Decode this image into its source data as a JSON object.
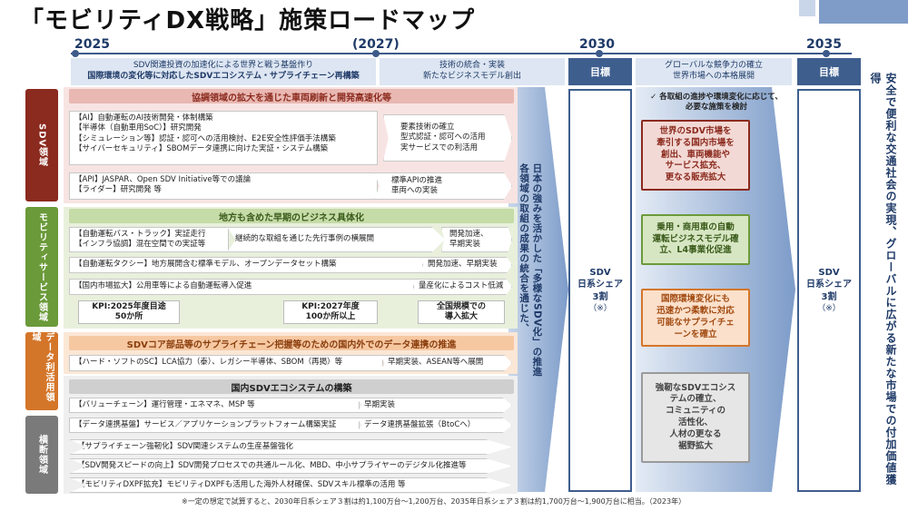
{
  "title": "「モビリティDX戦略」施策ロードマップ",
  "years": {
    "y2025": "2025",
    "y2027": "(2027)",
    "y2030": "2030",
    "y2035": "2035"
  },
  "headers": {
    "phase1": [
      "SDV関連投資の加速化による世界と戦う基盤作り",
      "国際環境の変化等に対応したSDVエコシステム・サプライチェーン再構築"
    ],
    "phase2": [
      "技術の統合・実装",
      "新たなビジネスモデル創出"
    ],
    "goal1": "目標",
    "phase3": [
      "グローバルな競争力の確立",
      "世界市場への本格展開"
    ],
    "goal2": "目標"
  },
  "side": {
    "sdv": "SDV領域",
    "mob": "モビリティサービス領域",
    "data": "データ利活用領域",
    "cross": "横断領域"
  },
  "sdv": {
    "head": "協調領域の拡大を通じた車両刷新と開発高速化等",
    "items": [
      "【AI】自動運転のAI技術開発・体制構築",
      "【半導体（自動車用SoC）】研究開発",
      "【シミュレーション等】認証・認可への活用検討、E2E安全性評価手法構築",
      "【サイバーセキュリティ】SBOMデータ連携に向けた実証・システム構築"
    ],
    "next": [
      "要素技術の確立",
      "型式認証・認可への活用",
      "実サービスでの利活用"
    ],
    "items2": [
      "【API】JASPAR、Open SDV Initiative等での議論",
      "【ライダー】研究開発 等"
    ],
    "next2": [
      "標準APIの推進",
      "車両への実装"
    ]
  },
  "mob": {
    "head": "地方も含めた早期のビジネス具体化",
    "r1a": [
      "【自動運転バス・トラック】実証走行",
      "【インフラ協調】混在空間での実証等"
    ],
    "r1b": "継続的な取組を通じた先行事例の横展開",
    "r1c": [
      "開発加速、",
      "早期実装"
    ],
    "r2a": "【自動運転タクシー】地方展開含む標準モデル、オープンデータセット構築",
    "r2b": "開発加速、早期実装",
    "r3a": "【国内市場拡大】公用車等による自動運転導入促進",
    "r3b": "量産化によるコスト低減",
    "kpi1": [
      "KPI:2025年度目途",
      "50か所"
    ],
    "kpi2": [
      "KPI:2027年度",
      "100か所以上"
    ],
    "kpi3": [
      "全国規模での",
      "導入拡大"
    ]
  },
  "data": {
    "head": "SDVコア部品等のサプライチェーン把握等のための国内外でのデータ連携の推進",
    "r1a": "【ハード・ソフトのSC】LCA協力（泰）、レガシー半導体、SBOM（再掲）等",
    "r1b": "早期実装、ASEAN等へ展開"
  },
  "cross": {
    "head": "国内SDVエコシステムの構築",
    "r1a": "【バリューチェーン】運行管理・エネマネ、MSP 等",
    "r1b": "早期実装",
    "r2a": "【データ連携基盤】サービス／アプリケーションプラットフォーム構築実証",
    "r2b": "データ連携基盤拡張（BtoCへ）",
    "r3": "【サプライチェーン強靭化】SDV関連システムの生産基盤強化",
    "r4": "【SDV開発スピードの向上】SDV開発プロセスでの共通ルール化、MBD、中小サプライヤーのデジタル化推進等",
    "r5": "【モビリティDXPF拡充】モビリティDXPFも活用した海外人材確保、SDVスキル標準の活用 等"
  },
  "middle": [
    "各領域の取組の成果の統合を通じた、",
    "日本の強みを活かした「多様なSDV化」の推進"
  ],
  "goal2030": [
    "SDV",
    "日系シェア",
    "3割",
    "（※）"
  ],
  "goal2035": [
    "SDV",
    "日系シェア",
    "3割",
    "（※）"
  ],
  "check": [
    "✓ 各取組の進捗や環境変化に応じて、",
    "必要な施策を検討"
  ],
  "g1": [
    "世界のSDV市場を",
    "牽引する国内市場を",
    "創出、車両機能や",
    "サービス拡充、",
    "更なる販売拡大"
  ],
  "g2": [
    "乗用・商用車の自動",
    "運転ビジネスモデル確",
    "立、L4事業化促進"
  ],
  "g3": [
    "国際環境変化にも",
    "迅速かつ柔軟に対応",
    "可能なサプライチェ",
    "ーンを確立"
  ],
  "g4": [
    "強靭なSDVエコシス",
    "テムの確立、",
    "コミュニティの",
    "活性化、",
    "人材の更なる",
    "裾野拡大"
  ],
  "rightv": "安全で便利な交通社会の実現、グローバルに広がる新たな市場での付加価値獲得",
  "footnote": "※一定の想定で試算すると、2030年日系シェア３割は約1,100万台～1,200万台、2035年日系シェア３割は約1,700万台～1,900万台に相当。（2023年）",
  "colors": {
    "navy": "#3e5e8e",
    "sdv": "#8b2a1e",
    "mob": "#6b9a3a",
    "data": "#d4762a",
    "cross": "#7a7a7a"
  }
}
